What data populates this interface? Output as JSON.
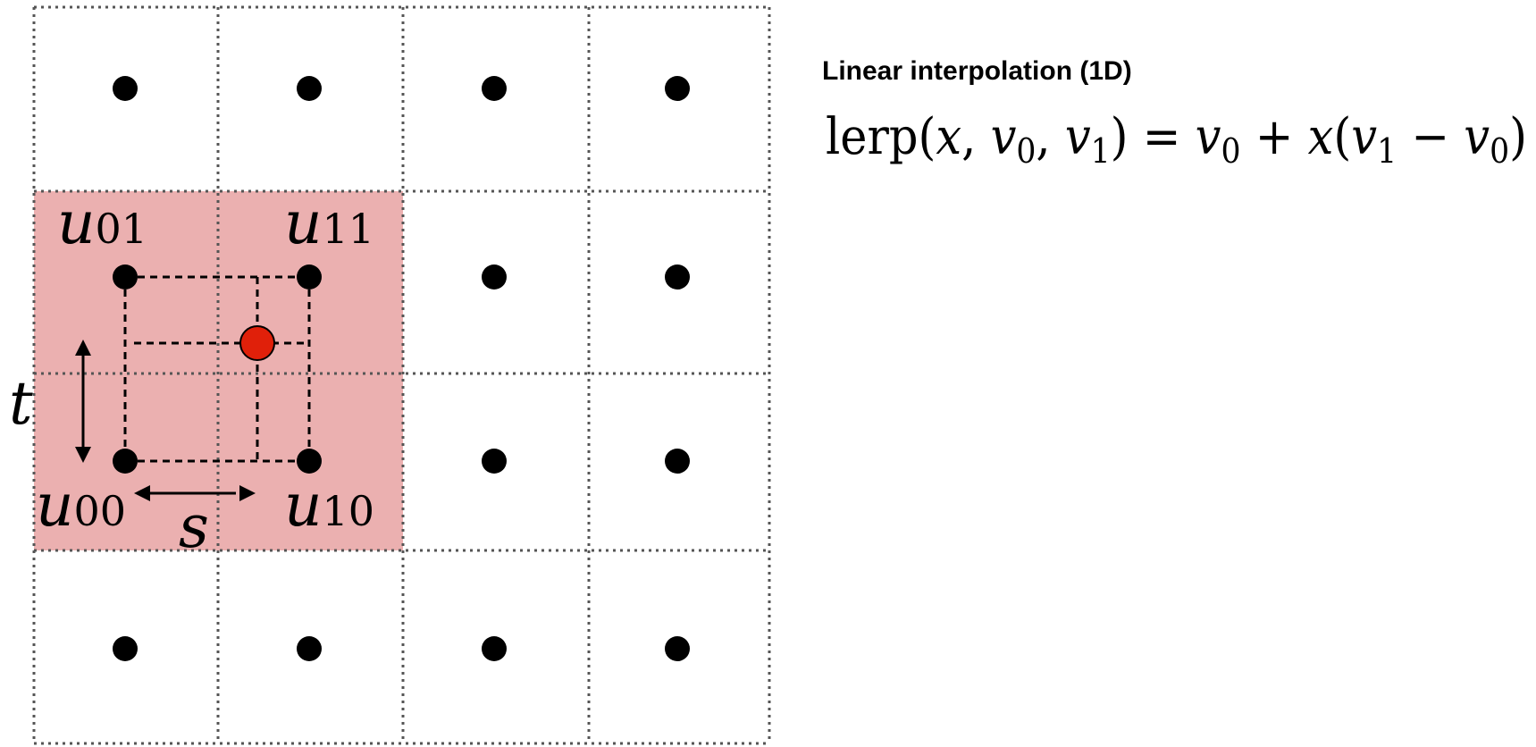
{
  "heading": "Linear interpolation (1D)",
  "formula": {
    "name": "lerp",
    "open": "(",
    "arg_x": "x",
    "comma1": ", ",
    "v": "v",
    "sub0": "0",
    "sub1": "1",
    "close": ")",
    "equals": " = ",
    "plus": " + ",
    "minus": " − "
  },
  "labels": {
    "u": "u",
    "u00_sub": "00",
    "u01_sub": "01",
    "u10_sub": "10",
    "u11_sub": "11",
    "s": "s",
    "t": "t"
  },
  "grid": {
    "columns": 4,
    "rows": 4
  },
  "colors": {
    "highlight": "#ebb0b0",
    "sample_point": "#e0200a",
    "grid_point": "#000000"
  }
}
